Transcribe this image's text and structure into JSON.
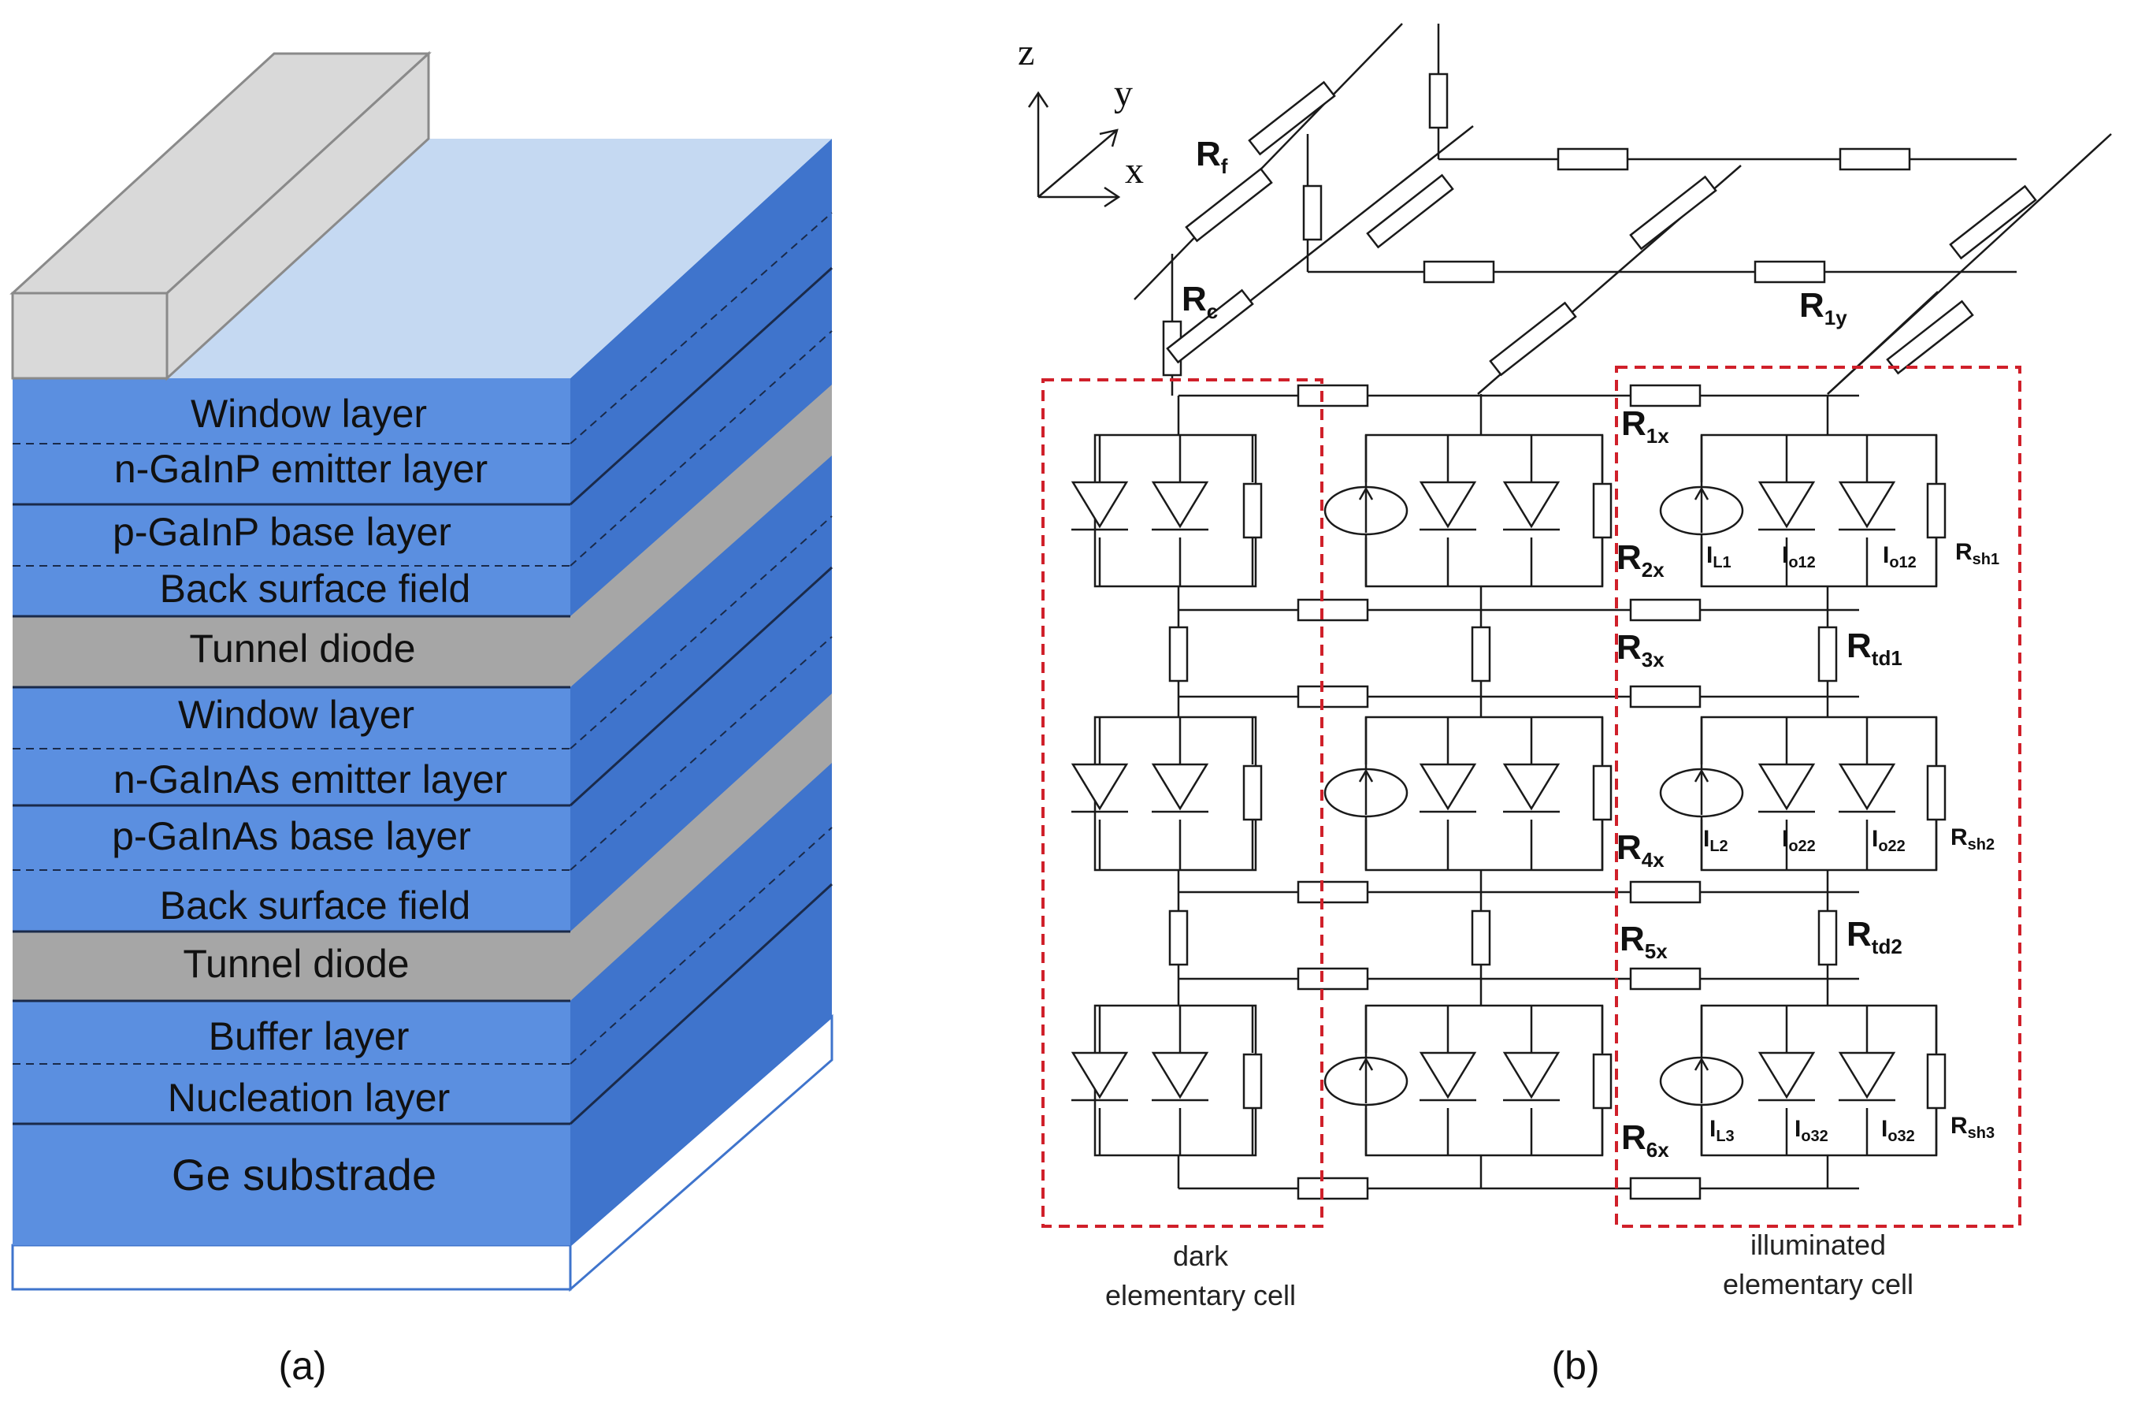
{
  "panels": {
    "a": "(a)",
    "b": "(b)"
  },
  "colors": {
    "layer_blue": "#5b8fe0",
    "layer_side": "#3f74cc",
    "layer_top": "#c5d9f2",
    "tunnel_gray": "#a6a6a6",
    "contact_gray": "#d9d9d9",
    "dashed_cell_border": "#d0202a"
  },
  "stack_layers": [
    "Window layer",
    "n-GaInP emitter layer",
    "p-GaInP base layer",
    "Back surface field",
    "Tunnel diode",
    "Window layer",
    "n-GaInAs emitter layer",
    "p-GaInAs base layer",
    "Back surface field",
    "Tunnel diode",
    "Buffer layer",
    "Nucleation layer",
    "Ge substrade"
  ],
  "axes": {
    "z": "z",
    "y": "y",
    "x": "x"
  },
  "resistors": {
    "rf": {
      "main": "R",
      "sub": "f"
    },
    "rc": {
      "main": "R",
      "sub": "c"
    },
    "r1y": {
      "main": "R",
      "sub": "1y"
    },
    "r1x": {
      "main": "R",
      "sub": "1x"
    },
    "r2x": {
      "main": "R",
      "sub": "2x"
    },
    "r3x": {
      "main": "R",
      "sub": "3x"
    },
    "r4x": {
      "main": "R",
      "sub": "4x"
    },
    "r5x": {
      "main": "R",
      "sub": "5x"
    },
    "r6x": {
      "main": "R",
      "sub": "6x"
    },
    "rtd1": {
      "main": "R",
      "sub": "td1"
    },
    "rtd2": {
      "main": "R",
      "sub": "td2"
    },
    "rsh1": {
      "main": "R",
      "sub": "sh1"
    },
    "rsh2": {
      "main": "R",
      "sub": "sh2"
    },
    "rsh3": {
      "main": "R",
      "sub": "sh3"
    }
  },
  "currents": {
    "il1": {
      "main": "I",
      "sub": "L1"
    },
    "io12a": {
      "main": "I",
      "sub": "o12"
    },
    "io12b": {
      "main": "I",
      "sub": "o12"
    },
    "il2": {
      "main": "I",
      "sub": "L2"
    },
    "io22a": {
      "main": "I",
      "sub": "o22"
    },
    "io22b": {
      "main": "I",
      "sub": "o22"
    },
    "il3": {
      "main": "I",
      "sub": "L3"
    },
    "io32a": {
      "main": "I",
      "sub": "o32"
    },
    "io32b": {
      "main": "I",
      "sub": "o32"
    }
  },
  "captions": {
    "dark": [
      "dark",
      "elementary cell"
    ],
    "illuminated": [
      "illuminated",
      "elementary cell"
    ]
  }
}
